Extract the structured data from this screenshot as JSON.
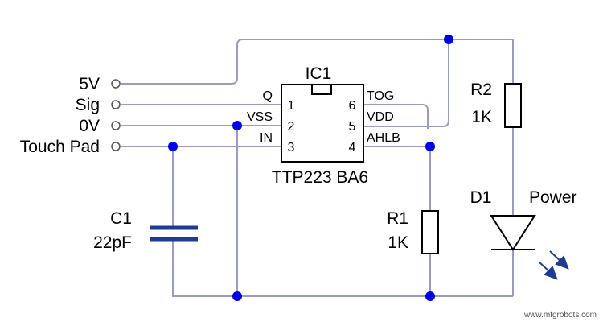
{
  "terminals": [
    {
      "label": "5V"
    },
    {
      "label": "Sig"
    },
    {
      "label": "0V"
    },
    {
      "label": "Touch Pad"
    }
  ],
  "ic": {
    "ref": "IC1",
    "part": "TTP223 BA6",
    "left_pins": [
      {
        "name": "Q",
        "number": "1"
      },
      {
        "name": "VSS",
        "number": "2"
      },
      {
        "name": "IN",
        "number": "3"
      }
    ],
    "right_pins": [
      {
        "name": "TOG",
        "number": "6"
      },
      {
        "name": "VDD",
        "number": "5"
      },
      {
        "name": "AHLB",
        "number": "4"
      }
    ]
  },
  "capacitor": {
    "ref": "C1",
    "value": "22pF"
  },
  "resistor_r1": {
    "ref": "R1",
    "value": "1K"
  },
  "resistor_r2": {
    "ref": "R2",
    "value": "1K"
  },
  "led": {
    "ref": "D1",
    "label": "Power"
  },
  "watermark": "www.mfgrobots.com",
  "colors": {
    "wire": "#9a9cc8",
    "junction": "#0000e6",
    "capacitor": "#1f3a93"
  }
}
